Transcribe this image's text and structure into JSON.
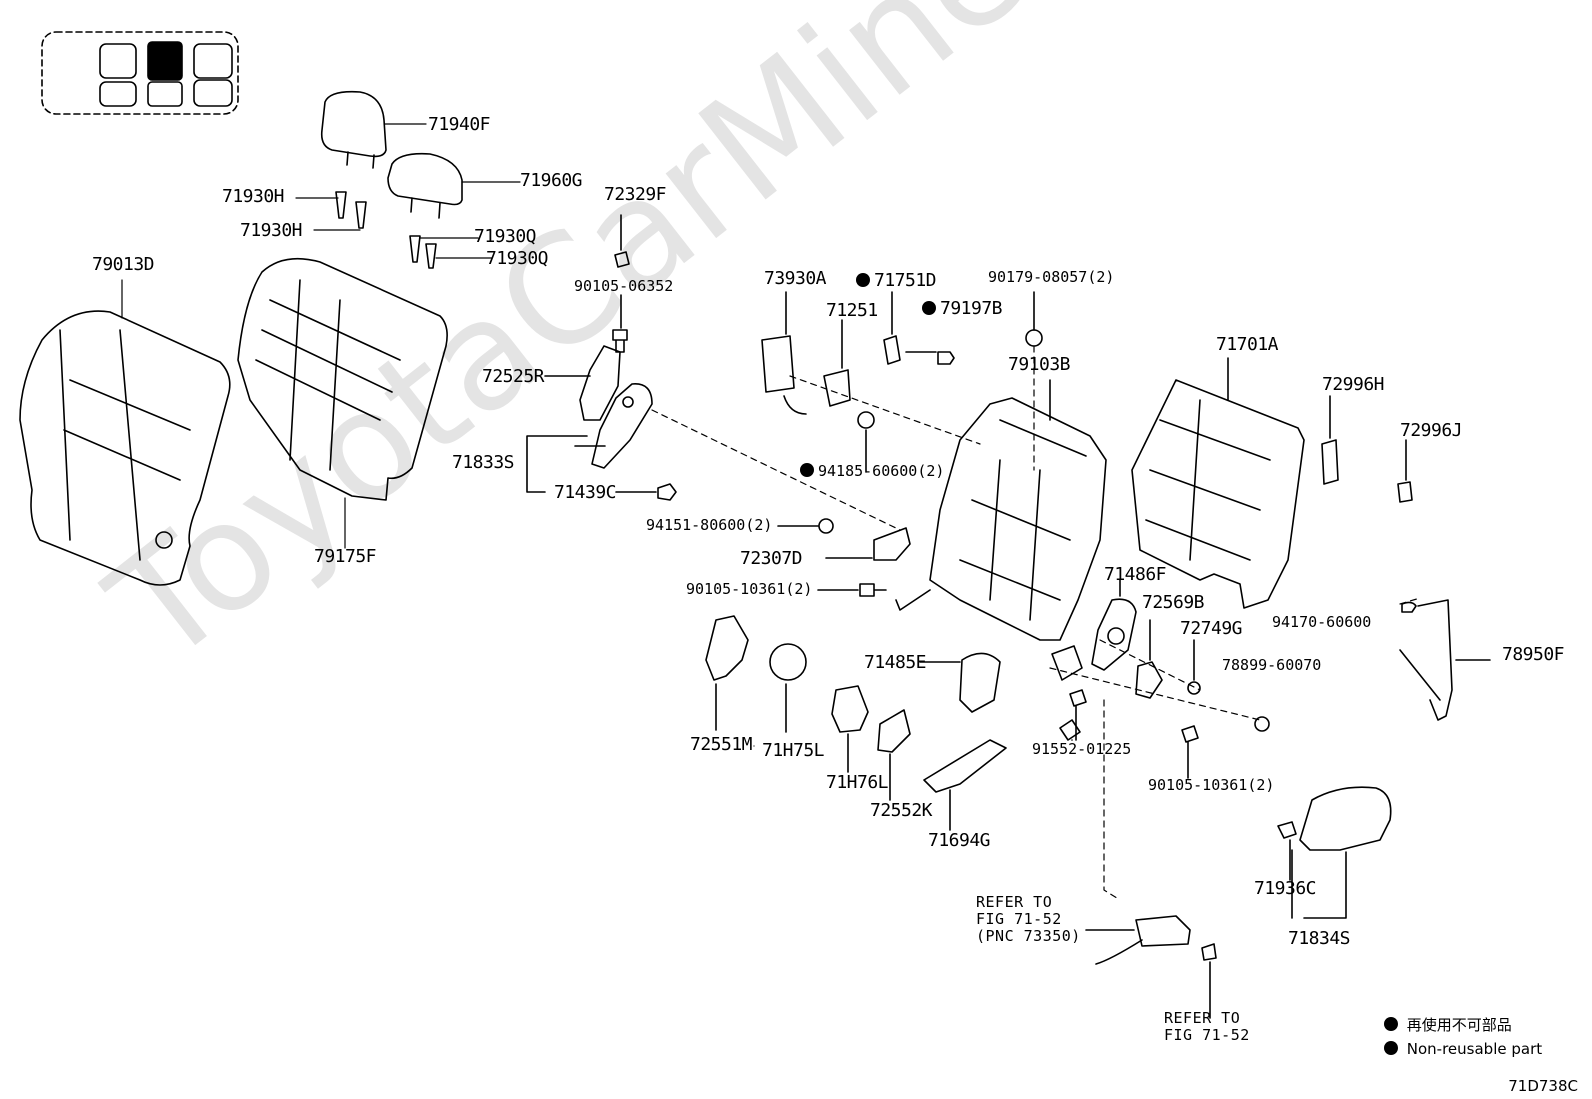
{
  "watermark": "ToyotaCarMine.ru",
  "figure_id": "71D738C",
  "labels": {
    "l71940F": "71940F",
    "l71960G": "71960G",
    "l71930H": "71930H",
    "l71930Q": "71930Q",
    "l79013D": "79013D",
    "l79175F": "79175F",
    "l72329F": "72329F",
    "l90105_06352": "90105-06352",
    "l72525R": "72525R",
    "l71833S": "71833S",
    "l71439C": "71439C",
    "l94151_80600": "94151-80600(2)",
    "l72307D": "72307D",
    "l90105_10361": "90105-10361(2)",
    "l73930A": "73930A",
    "l71751D": "71751D",
    "l71251": "71251",
    "l79197B": "79197B",
    "l90179_08057": "90179-08057(2)",
    "l79103B": "79103B",
    "l94185_60600": "94185-60600(2)",
    "l71701A": "71701A",
    "l72996H": "72996H",
    "l72996J": "72996J",
    "l71486F": "71486F",
    "l72569B": "72569B",
    "l72749G": "72749G",
    "l94170_60600": "94170-60600",
    "l78899_60070": "78899-60070",
    "l78950F": "78950F",
    "l71485E": "71485E",
    "l72551M": "72551M",
    "l71H75L": "71H75L",
    "l71H76L": "71H76L",
    "l72552K": "72552K",
    "l71694G": "71694G",
    "l91552_01225": "91552-01225",
    "l71936C": "71936C",
    "l71834S": "71834S"
  },
  "refs": {
    "ref_73350": "REFER TO\nFIG 71-52\n(PNC 73350)",
    "ref_7152": "REFER TO\nFIG 71-52"
  },
  "legend": {
    "jp": "再使用不可部品",
    "en": "Non-reusable part"
  },
  "colors": {
    "line": "#000000",
    "background": "#ffffff",
    "watermark": "#e4e4e4"
  }
}
